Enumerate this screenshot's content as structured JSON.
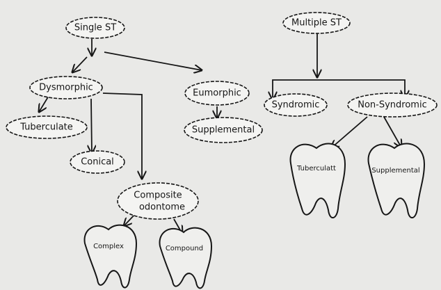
{
  "nodes": {
    "single_st": "Single ST",
    "multiple_st": "Multiple ST",
    "dysmorphic": "Dysmorphic",
    "eumorphic": "Eumorphic",
    "tuberculate": "Tuberculate",
    "conical": "Conical",
    "supplemental": "Supplemental",
    "composite_line1": "Composite",
    "composite_line2": "odontome",
    "syndromic": "Syndromic",
    "non_syndromic": "Non-Syndromic"
  },
  "teeth": {
    "complex": "Complex",
    "compound": "Compound",
    "tuberculate": "Tuberculatt",
    "supplemental": "Supplemental"
  },
  "colors": {
    "ink": "#161616",
    "paper": "#e9e9e7",
    "bubble_fill": "#f4f4f2"
  },
  "icons": {
    "cloud": "cloud-bubble-icon",
    "tooth": "molar-tooth-icon",
    "arrow": "arrow-icon"
  }
}
